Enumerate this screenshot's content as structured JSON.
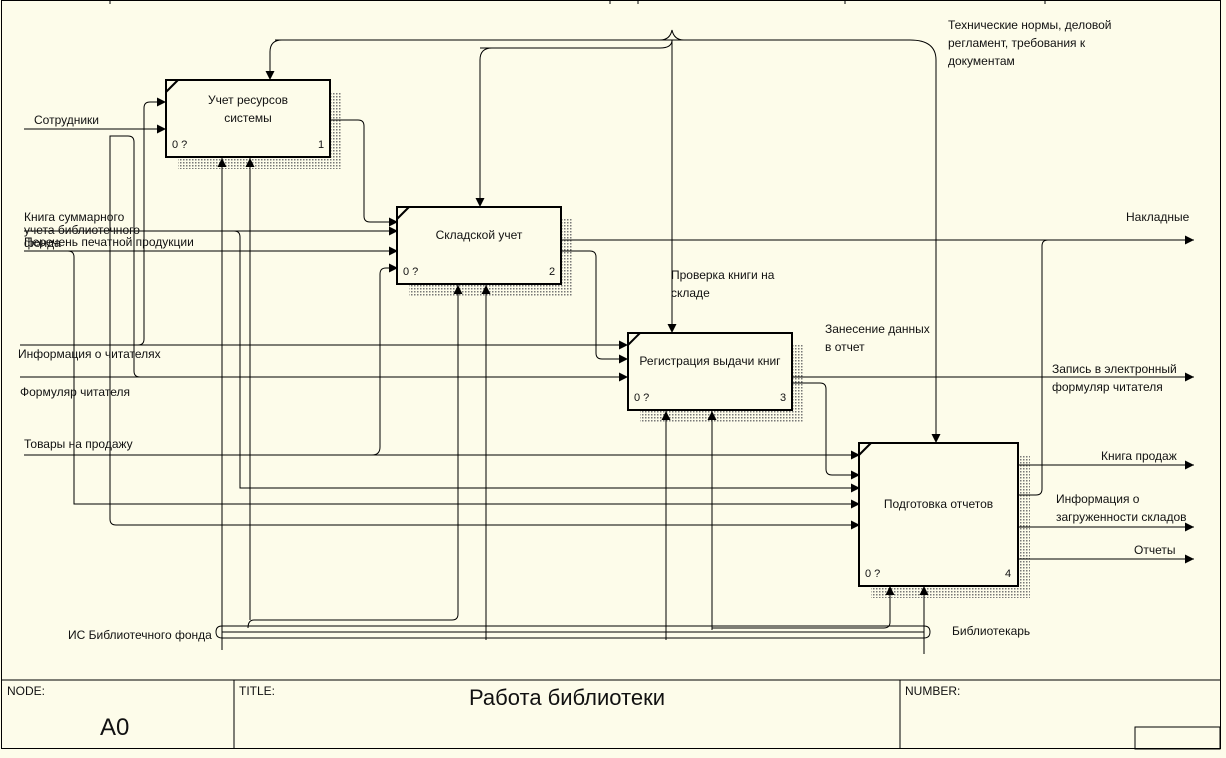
{
  "colors": {
    "background": "#fdfcea",
    "line": "#000000",
    "shadow": "#777777"
  },
  "boxes": [
    {
      "title": "Учет ресурсов\nсистемы",
      "cost": "0 ?",
      "number": "1"
    },
    {
      "title": "Складской учет",
      "cost": "0 ?",
      "number": "2"
    },
    {
      "title": "Регистрация выдачи книг",
      "cost": "0 ?",
      "number": "3"
    },
    {
      "title": "Подготовка отчетов",
      "cost": "0 ?",
      "number": "4"
    }
  ],
  "inputs": {
    "employees": "Сотрудники",
    "summary_book": "Книга суммарного\nучета библиотечного\nфонда",
    "print_list": "Перечень печатной продукции",
    "reader_info": "Информация о читателях",
    "reader_form": "Формуляр читателя",
    "goods": "Товары на продажу"
  },
  "controls": {
    "norms": "Технические нормы, деловой\nрегламент, требования к\nдокументам",
    "check_book": "Проверка книги на\nскладе",
    "report_entry": "Занесение данных\nв отчет"
  },
  "outputs": {
    "invoices": "Накладные",
    "e_form": "Запись в электронный\nформуляр читателя",
    "sales_book": "Книга продаж",
    "warehouse_load": "Информация о\nзагруженности складов",
    "reports": "Отчеты"
  },
  "mechanisms": {
    "is": "ИС Библиотечного фонда",
    "librarian": "Библиотекарь"
  },
  "frame": {
    "node_label": "NODE:",
    "node_value": "A0",
    "title_label": "TITLE:",
    "title_value": "Работа библиотеки",
    "number_label": "NUMBER:"
  }
}
